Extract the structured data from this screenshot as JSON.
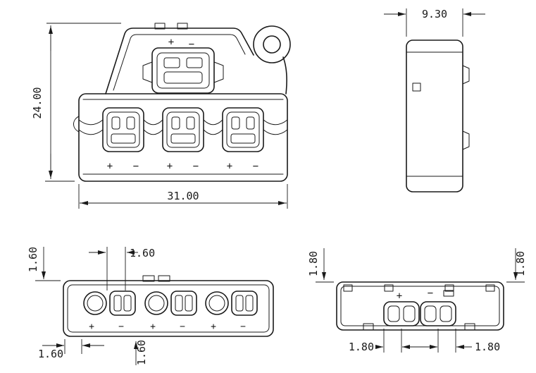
{
  "symbols": {
    "plus": "+",
    "minus": "−"
  },
  "colors": {
    "line": "#1a1a1a",
    "background": "#ffffff"
  },
  "views": {
    "front": {
      "dim_height": "24.00",
      "dim_width": "31.00"
    },
    "side": {
      "dim_width": "9.30"
    },
    "top": {
      "dim_left": "1.60",
      "dim_pitch": "1.60",
      "dim_bottom_left": "1.60",
      "dim_bottom_center": "1.60"
    },
    "back": {
      "dim_left": "1.80",
      "dim_right": "1.80",
      "dim_bottom_left": "1.80",
      "dim_bottom_right": "1.80"
    }
  }
}
